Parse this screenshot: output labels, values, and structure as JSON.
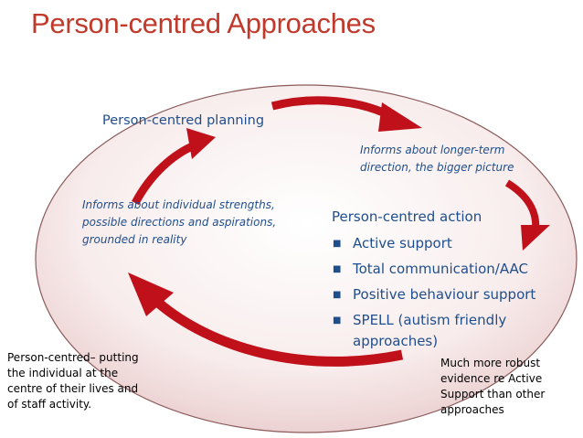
{
  "title": "Person-centred Approaches",
  "planning": {
    "label": "Person-centred planning",
    "informs_direction_lines": [
      "Informs about longer-term",
      "direction, the bigger picture"
    ]
  },
  "strengths": {
    "lines": [
      "Informs about individual strengths,",
      "possible directions and aspirations,",
      "grounded in reality"
    ]
  },
  "action": {
    "heading": "Person-centred action",
    "items": [
      "Active support",
      "Total communication/AAC",
      "Positive behaviour support",
      "SPELL (autism friendly approaches)"
    ]
  },
  "note_left": {
    "lines": [
      "Person-centred– putting",
      "the individual at the",
      "centre of their lives and",
      "of staff activity."
    ]
  },
  "note_right": {
    "lines": [
      "Much more robust",
      "evidence re Active",
      "Support  than other",
      "approaches"
    ]
  },
  "colors": {
    "title": "#c0392b",
    "arrow": "#c0101a",
    "ellipse_fill": "#f6e6e6",
    "ellipse_stroke": "#8b5a5a",
    "text_blue": "#1f4e8c"
  }
}
